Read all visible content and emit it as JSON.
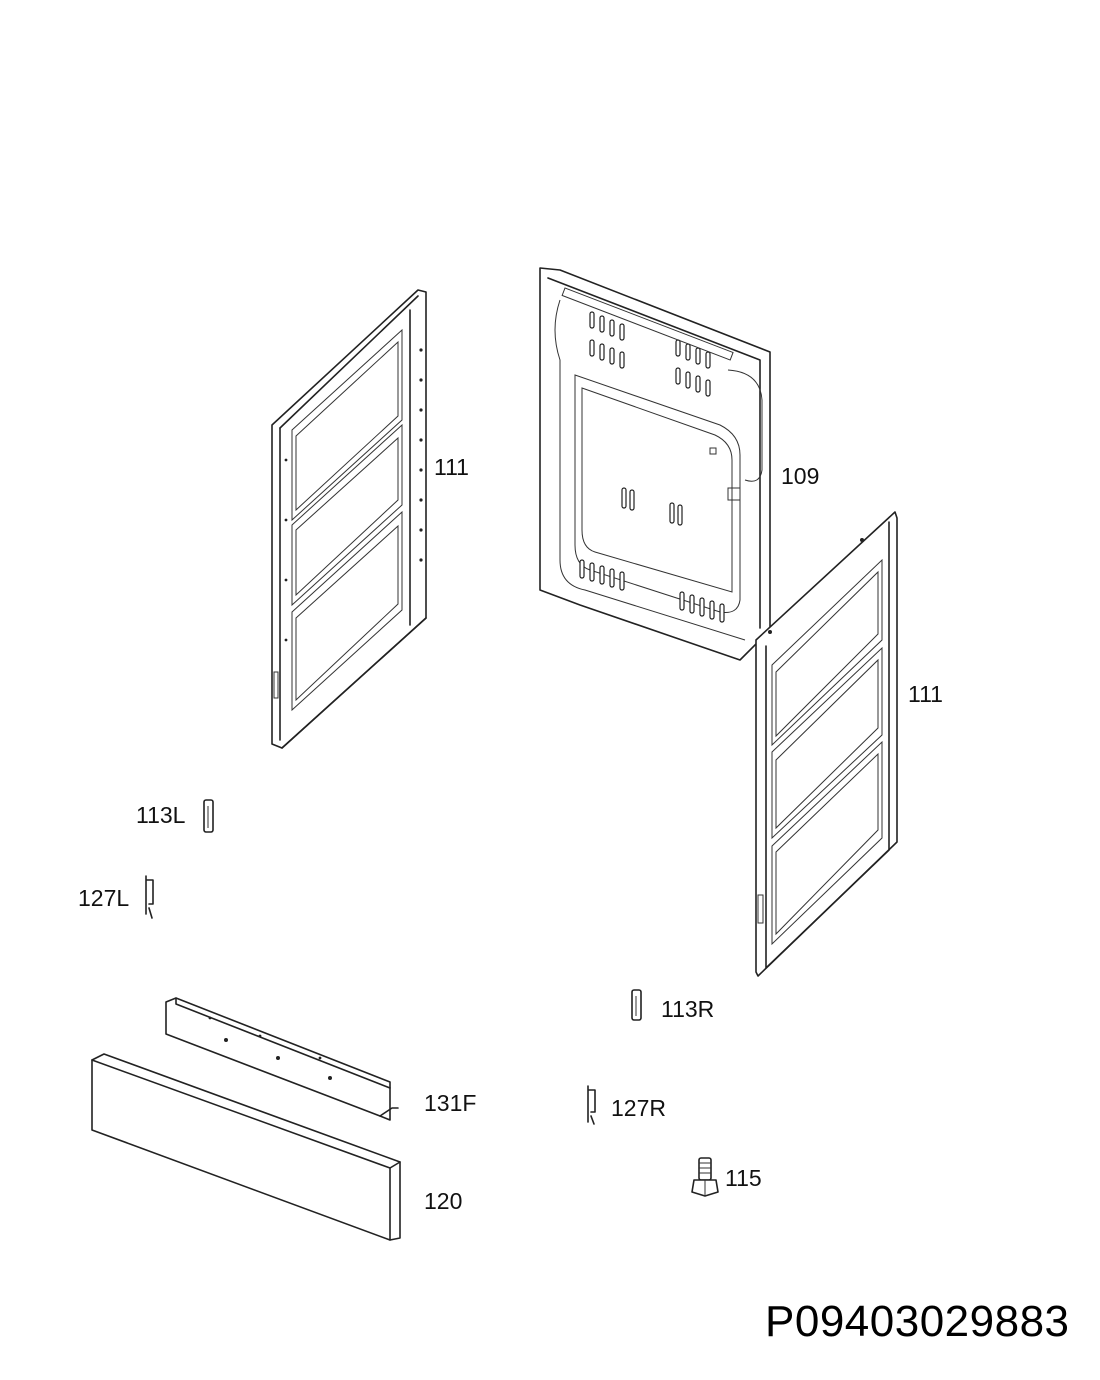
{
  "labels": {
    "side_panel_left": "111",
    "rear_panel": "109",
    "side_panel_right": "111",
    "bracket_113l": "113L",
    "bracket_127l": "127L",
    "bracket_113r": "113R",
    "bracket_127r": "127R",
    "rail_131f": "131F",
    "plinth_120": "120",
    "foot_115": "115"
  },
  "drawing_code": "P09403029883"
}
